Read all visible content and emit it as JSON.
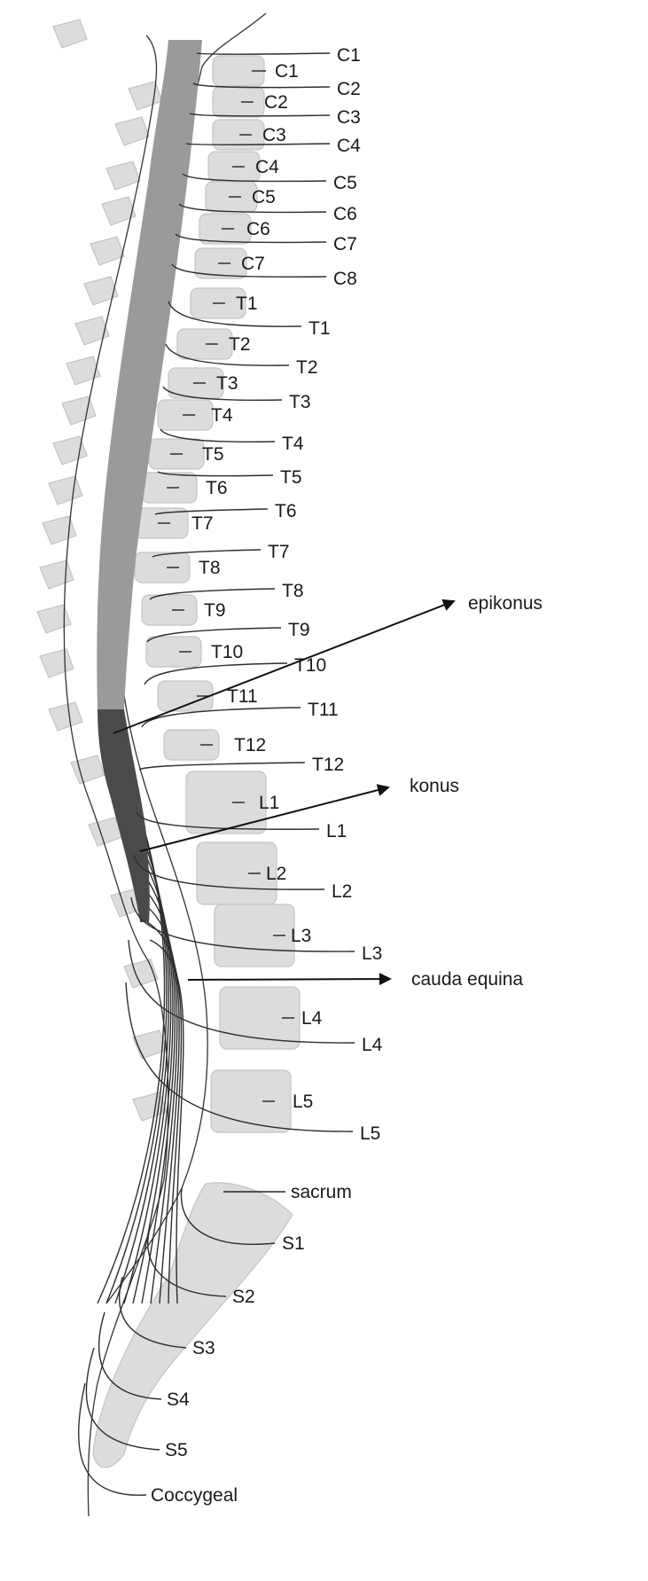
{
  "labels": {
    "vertebrae": [
      "C1",
      "C2",
      "C3",
      "C4",
      "C5",
      "C6",
      "C7",
      "T1",
      "T2",
      "T3",
      "T4",
      "T5",
      "T6",
      "T7",
      "T8",
      "T9",
      "T10",
      "T11",
      "T12",
      "L1",
      "L2",
      "L3",
      "L4",
      "L5"
    ],
    "nerves": [
      "C1",
      "C2",
      "C3",
      "C4",
      "C5",
      "C6",
      "C7",
      "C8",
      "T1",
      "T2",
      "T3",
      "T4",
      "T5",
      "T6",
      "T7",
      "T8",
      "T9",
      "T10",
      "T11",
      "T12",
      "L1",
      "L2",
      "L3",
      "L4",
      "L5"
    ],
    "sacral": {
      "sacrum": "sacrum",
      "S1": "S1",
      "S2": "S2",
      "S3": "S3",
      "S4": "S4",
      "S5": "S5",
      "coccygeal": "Coccygeal"
    },
    "arrows": {
      "epikonus": "epikonus",
      "konus": "konus",
      "cauda": "cauda equina"
    }
  },
  "colors": {
    "cord": "#9a9a9a",
    "konus": "#4a4a4a",
    "vertebra": "#dcdcdc",
    "ink": "#1a1a1a"
  }
}
